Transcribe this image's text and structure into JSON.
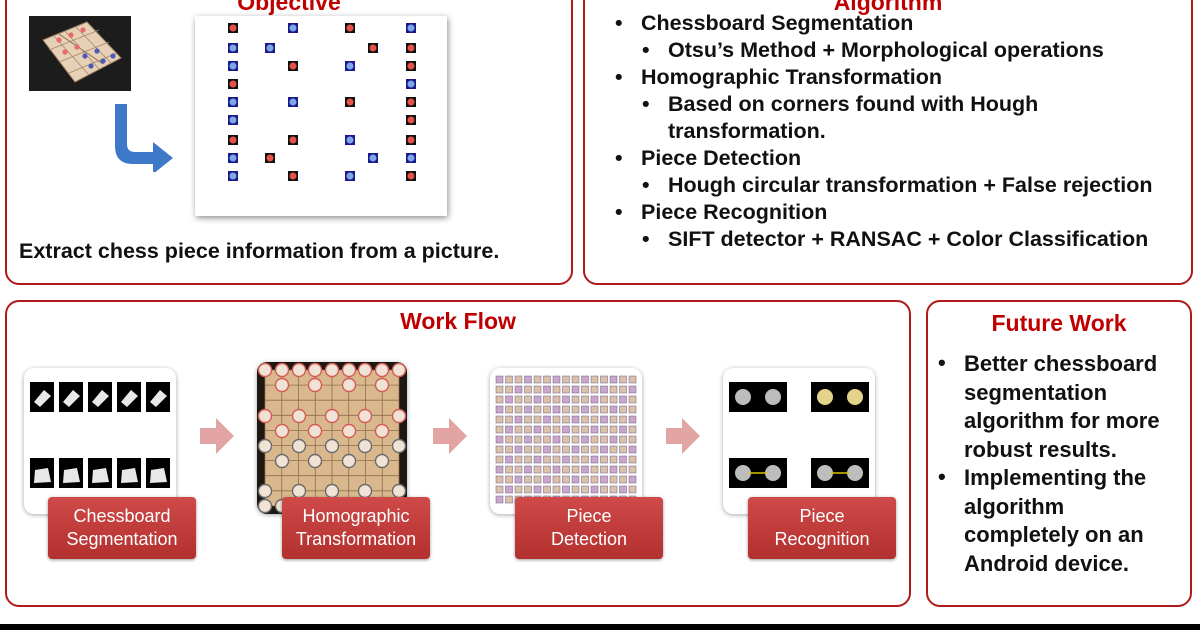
{
  "objective": {
    "title": "Objective",
    "caption": "Extract chess piece information from a picture."
  },
  "algorithm": {
    "title": "Algorithm",
    "items": [
      {
        "text": "Chessboard Segmentation",
        "level": 1
      },
      {
        "text": "Otsu’s Method + Morphological operations",
        "level": 2
      },
      {
        "text": "Homographic Transformation",
        "level": 1
      },
      {
        "text": "Based on corners found with Hough",
        "level": 2
      },
      {
        "text": "transformation.",
        "level": 3
      },
      {
        "text": "Piece Detection",
        "level": 1
      },
      {
        "text": "Hough circular transformation + False rejection",
        "level": 2
      },
      {
        "text": "Piece Recognition",
        "level": 1
      },
      {
        "text": "SIFT detector + RANSAC + Color Classification",
        "level": 2
      }
    ]
  },
  "workflow": {
    "title": "Work Flow",
    "steps": [
      {
        "line1": "Chessboard",
        "line2": "Segmentation"
      },
      {
        "line1": "Homographic",
        "line2": "Transformation"
      },
      {
        "line1": "Piece",
        "line2": "Detection"
      },
      {
        "line1": "Piece",
        "line2": "Recognition"
      }
    ]
  },
  "future": {
    "title": "Future Work",
    "items": [
      [
        "Better chessboard",
        "segmentation",
        "algorithm for more",
        "robust results."
      ],
      [
        "Implementing the",
        "algorithm",
        "completely on an",
        "Android device."
      ]
    ]
  },
  "colors": {
    "accent": "#c00000",
    "border": "#b01a1a",
    "step_button": "#c0403e",
    "arrow": "#e2a5a3",
    "flow_arrow": "#3d78c9"
  }
}
